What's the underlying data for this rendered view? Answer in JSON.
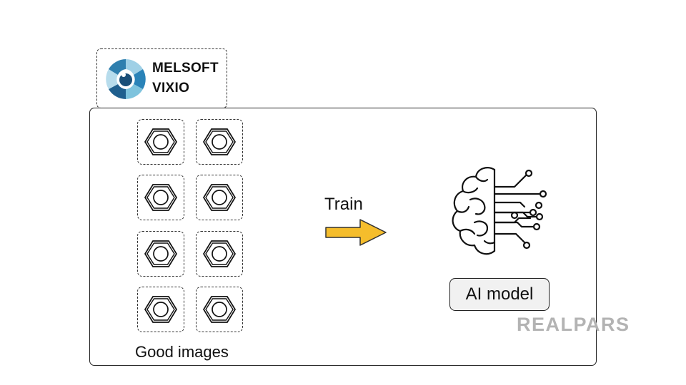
{
  "logo": {
    "line1": "MELSOFT",
    "line2": "VIXIO"
  },
  "diagram": {
    "caption": "Good images",
    "train_label": "Train",
    "model_label": "AI model",
    "image_count": 8,
    "colors": {
      "arrow_fill": "#F5BD2C",
      "logo_dark": "#1F5F8E",
      "logo_light": "#9FD0E6",
      "watermark": "#B3B3B3"
    },
    "icons": [
      "hex-nut-icon",
      "arrow-right-icon",
      "brain-circuit-icon"
    ]
  },
  "watermark": "REALPARS"
}
